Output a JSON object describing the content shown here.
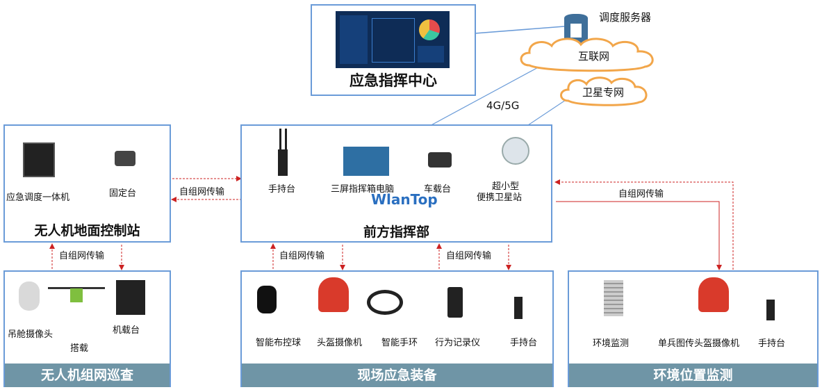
{
  "command_center": {
    "title": "应急指挥中心"
  },
  "server": {
    "label": "调度服务器"
  },
  "internet": {
    "label": "互联网"
  },
  "satellite_net": {
    "label": "卫星专网"
  },
  "network_label": "4G/5G",
  "watermark": "WlanTop",
  "ground_station": {
    "title": "无人机地面控制站",
    "devices": [
      "应急调度一体机",
      "固定台"
    ]
  },
  "front_command": {
    "title": "前方指挥部",
    "devices": [
      "手持台",
      "三屏指挥箱电脑",
      "车载台",
      "超小型",
      "便携卫星站"
    ]
  },
  "uav_patrol": {
    "title": "无人机组网巡查",
    "devices": [
      "吊舱摄像头",
      "机载台"
    ],
    "mount_label": "搭载"
  },
  "onsite_equipment": {
    "title": "现场应急装备",
    "devices": [
      "智能布控球",
      "头盔摄像机",
      "智能手环",
      "行为记录仪",
      "手持台"
    ]
  },
  "env_monitor": {
    "title": "环境位置监测",
    "devices": [
      "环境监测",
      "单兵图传头盔摄像机",
      "手持台"
    ]
  },
  "links": {
    "left": "自组网传输",
    "right": "自组网传输",
    "ground_to_uav": "自组网传输",
    "front_to_onsite_left": "自组网传输",
    "front_to_onsite_right": "自组网传输"
  },
  "colors": {
    "border": "#6a9bd8",
    "footer": "#6f95a6",
    "link": "#cc2222"
  }
}
